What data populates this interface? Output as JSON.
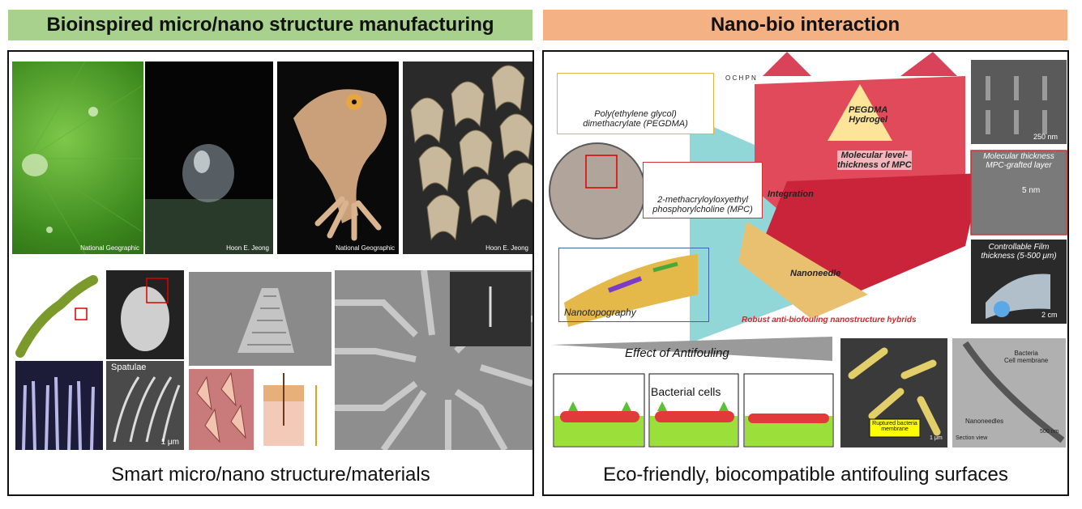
{
  "left": {
    "header": "Bioinspired micro/nano structure manufacturing",
    "caption": "Smart micro/nano structure/materials",
    "credits": [
      "National Geographic",
      "Hoon E. Jeong",
      "National Geographic",
      "Hoon E. Jeong"
    ],
    "spatulae_label": "Spatulae",
    "scale_1um": "1 μm"
  },
  "right": {
    "header": "Nano-bio interaction",
    "caption": "Eco-friendly, biocompatible antifouling surfaces",
    "pegdma_label": "Poly(ethylene glycol)\ndimethacrylate (PEGDMA)",
    "mpc_label": "2-methacryloyloxyethyl\nphosphorylcholine (MPC)",
    "nanotopography": "Nanotopography",
    "integration": "Integration",
    "nanoneedle": "Nanoneedle",
    "pegdma_hydrogel": "PEGDMA\nHydrogel",
    "molecular_level": "Molecular level-\nthickness of MPC",
    "robust": "Robust anti-biofouling nanostructure hybrids",
    "legend_atoms": [
      "O",
      "C",
      "H",
      "P",
      "N"
    ],
    "scale_250nm": "250 nm",
    "mol_thickness": "Molecular thickness\nMPC-grafted layer",
    "five_nm": "5 nm",
    "film_thickness": "Controllable Film\nthickness (5-500 μm)",
    "two_cm": "2 cm",
    "effect": "Effect of Antifouling",
    "bacterial_cells": "Bacterial cells",
    "ruptured": "Ruptured bacteria\nmembrane",
    "one_um": "1 μm",
    "bacteria_membrane": "Bacteria\nCell membrane",
    "nanoneedles": "Nanoneedles",
    "section_view": "Section view",
    "five_hundred_nm": "500 nm"
  },
  "colors": {
    "left_header": "#a9d18e",
    "right_header": "#f4b183",
    "robust_text": "#e0202a"
  }
}
